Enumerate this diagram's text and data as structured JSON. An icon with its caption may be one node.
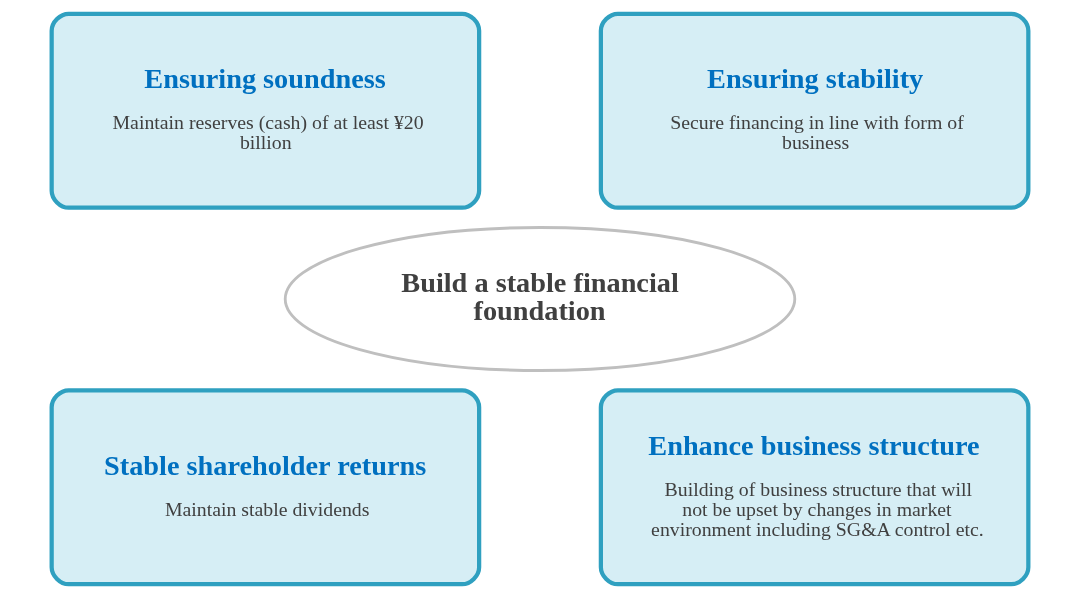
{
  "diagram": {
    "nodes": [
      {
        "text": [
          "Ensuring soundness",
          "Maintain reserves (cash) of at least ¥20 billion"
        ]
      },
      {
        "text": [
          "Ensuring stability",
          "Secure financing in line with form of business"
        ]
      },
      {
        "text": [
          "Build a stable financial foundation"
        ]
      },
      {
        "text": [
          "Stable shareholder returns",
          "Maintain stable dividends"
        ]
      },
      {
        "text": [
          "Enhance business structure",
          "Building of business structure that will not be upset by changes in market environment including SG&A control etc."
        ]
      }
    ],
    "edges": []
  }
}
